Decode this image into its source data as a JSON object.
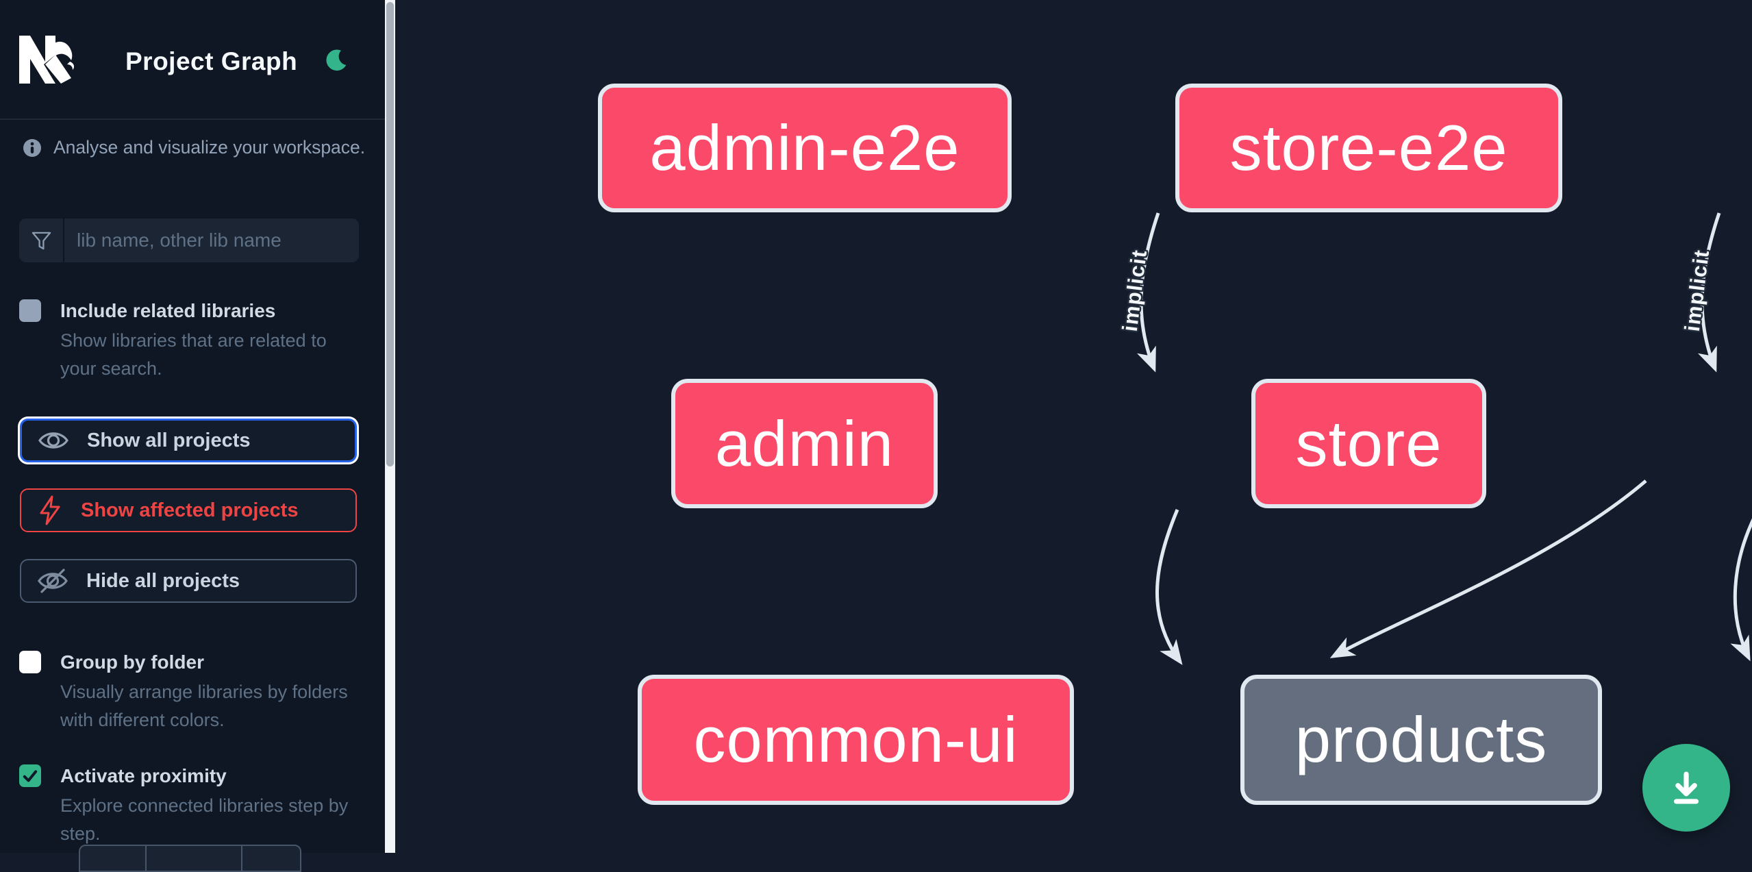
{
  "header": {
    "title": "Project Graph"
  },
  "sidebar": {
    "tagline": "Analyse and visualize your workspace.",
    "search": {
      "placeholder": "lib name, other lib name",
      "value": ""
    },
    "toggles": [
      {
        "label": "Include related libraries",
        "description": "Show libraries that are related to your search.",
        "checked": false
      },
      {
        "label": "Group by folder",
        "description": "Visually arrange libraries by folders with different colors.",
        "checked": false
      },
      {
        "label": "Activate proximity",
        "description": "Explore connected libraries step by step.",
        "checked": true
      }
    ],
    "buttons": [
      {
        "label": "Show all projects",
        "state": "focused"
      },
      {
        "label": "Show affected projects",
        "state": "affected"
      },
      {
        "label": "Hide all projects",
        "state": "normal"
      }
    ]
  },
  "graph": {
    "nodes": [
      {
        "label": "admin-e2e",
        "appearance": "pink"
      },
      {
        "label": "store-e2e",
        "appearance": "pink"
      },
      {
        "label": "admin",
        "appearance": "pink"
      },
      {
        "label": "store",
        "appearance": "pink"
      },
      {
        "label": "common-ui",
        "appearance": "pink"
      },
      {
        "label": "products",
        "appearance": "gray"
      }
    ],
    "edges": [
      {
        "from": "admin-e2e",
        "to": "admin",
        "label": "implicit"
      },
      {
        "from": "store-e2e",
        "to": "store",
        "label": "implicit"
      },
      {
        "from": "admin",
        "to": "common-ui",
        "label": ""
      },
      {
        "from": "store",
        "to": "common-ui",
        "label": ""
      },
      {
        "from": "store",
        "to": "products",
        "label": ""
      }
    ]
  },
  "fab": {
    "icon": "download-icon"
  },
  "colors": {
    "accent_green": "#34B489",
    "node_pink": "#FB4A69",
    "node_gray": "#646E7E",
    "node_border": "#E2E8F0",
    "edge": "#E2E8F0",
    "affected_red": "#EF4444",
    "focus_blue": "#2563EB",
    "sidebar_bg": "#101724",
    "canvas_bg": "#141C2B",
    "scroll_track": "#F2F5F8"
  }
}
